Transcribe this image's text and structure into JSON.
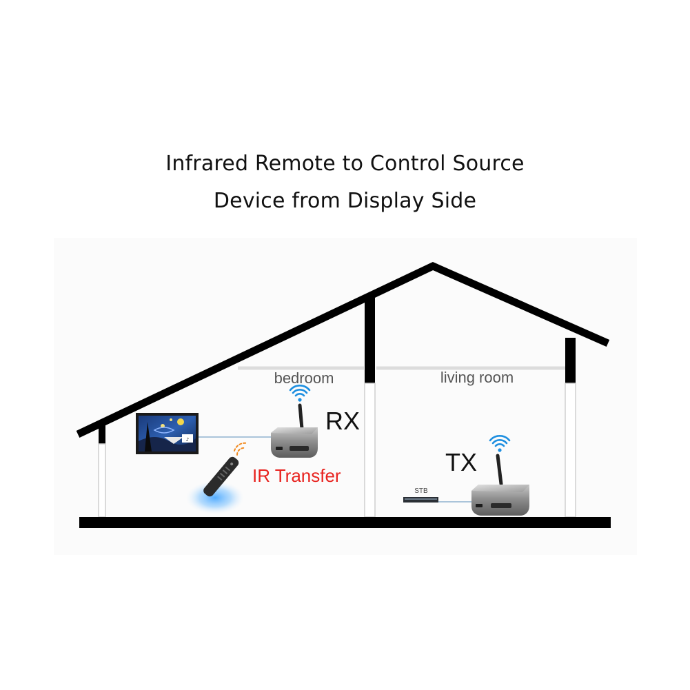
{
  "title": {
    "line1": "Infrared Remote to Control Source",
    "line2": "Device from Display Side"
  },
  "rooms": {
    "bedroom": "bedroom",
    "living_room": "living room"
  },
  "devices": {
    "rx_label": "RX",
    "tx_label": "TX",
    "stb_label": "STB",
    "ir_label": "IR Transfer"
  },
  "colors": {
    "ir_text": "#e8231f",
    "house_outline": "#000000",
    "wifi": "#1e8fe0",
    "remote_glow": "#4aa8ff"
  }
}
